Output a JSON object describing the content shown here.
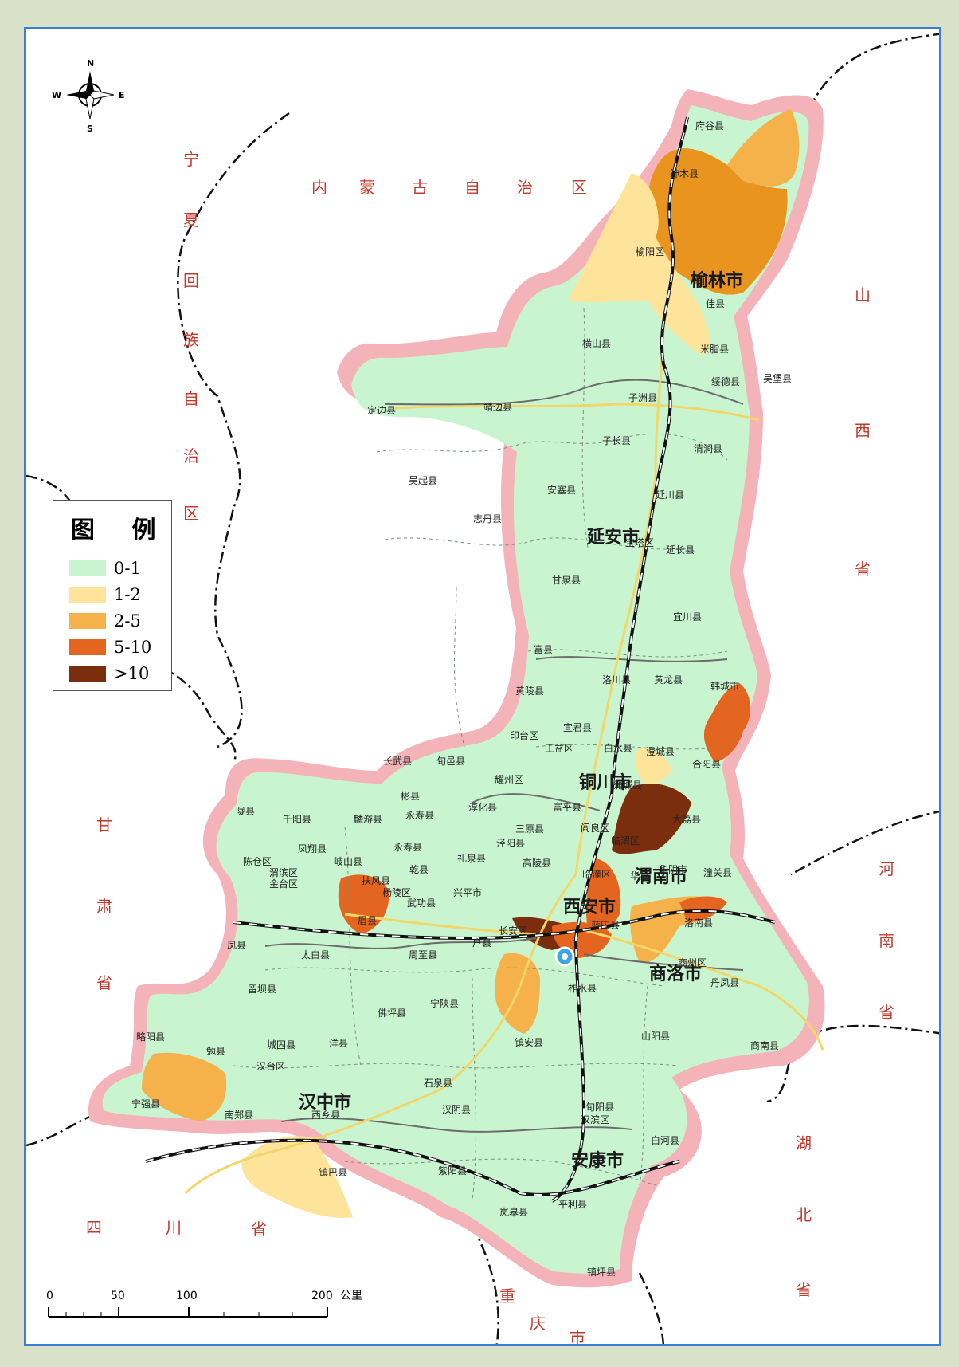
{
  "legend": {
    "title": "图 例",
    "items": [
      {
        "label": "0-1",
        "color": "#c8f5d0"
      },
      {
        "label": "1-2",
        "color": "#fde49a"
      },
      {
        "label": "2-5",
        "color": "#f5b24a"
      },
      {
        "label": "5-10",
        "color": "#e3651f"
      },
      {
        "label": ">10",
        "color": "#7a2e0e"
      }
    ]
  },
  "compass": {
    "n": "N",
    "s": "S",
    "e": "E",
    "w": "W"
  },
  "scale": {
    "ticks": [
      "0",
      "50",
      "100",
      "200"
    ],
    "unit": "公里"
  },
  "colors": {
    "frame": "#3b7ed6",
    "province_halo": "#f4b3b8",
    "base": "#c8f5d0",
    "neighbor_text": "#c0392b"
  },
  "neighbors": {
    "inner_mongolia": [
      "内",
      "蒙",
      "古",
      "自",
      "治",
      "区"
    ],
    "ningxia": [
      "宁",
      "夏",
      "回",
      "族",
      "自",
      "治",
      "区"
    ],
    "shanxi": [
      "山",
      "西",
      "省"
    ],
    "henan": [
      "河",
      "南",
      "省"
    ],
    "hubei": [
      "湖",
      "北",
      "省"
    ],
    "gansu": [
      "甘",
      "肃",
      "省"
    ],
    "sichuan": [
      "四",
      "川",
      "省"
    ],
    "chongqing": [
      "重",
      "庆",
      "市"
    ]
  },
  "cities": [
    "榆林市",
    "延安市",
    "铜川市",
    "渭南市",
    "西安市",
    "商洛市",
    "汉中市",
    "安康市"
  ],
  "counties": [
    "府谷县",
    "神木县",
    "榆阳区",
    "佳县",
    "横山县",
    "米脂县",
    "绥德县",
    "吴堡县",
    "子洲县",
    "定边县",
    "靖边县",
    "子长县",
    "清涧县",
    "吴起县",
    "安塞县",
    "延川县",
    "志丹县",
    "宝塔区",
    "延长县",
    "甘泉县",
    "宜川县",
    "富县",
    "洛川县",
    "黄龙县",
    "黄陵县",
    "韩城市",
    "宜君县",
    "印台区",
    "王益区",
    "白水县",
    "澄城县",
    "合阳县",
    "长武县",
    "旬邑县",
    "耀州区",
    "蒲城县",
    "彬县",
    "淳化县",
    "富平县",
    "陇县",
    "千阳县",
    "麟游县",
    "永寿县",
    "三原县",
    "阎良区",
    "大荔县",
    "凤翔县",
    "永寿县",
    "泾阳县",
    "临渭区",
    "陈仓区",
    "岐山县",
    "乾县",
    "礼泉县",
    "高陵县",
    "渭滨区",
    "金台区",
    "扶风县",
    "杨陵区",
    "兴平市",
    "武功县",
    "临潼区",
    "华县",
    "华阴市",
    "潼关县",
    "眉县",
    "长安区",
    "蓝田县",
    "洛南县",
    "凤县",
    "太白县",
    "周至县",
    "户县",
    "商州区",
    "留坝县",
    "柞水县",
    "丹凤县",
    "宁陕县",
    "佛坪县",
    "略阳县",
    "勉县",
    "城固县",
    "洋县",
    "镇安县",
    "山阳县",
    "商南县",
    "汉台区",
    "石泉县",
    "宁强县",
    "南郑县",
    "西乡县",
    "汉阴县",
    "旬阳县",
    "汉滨区",
    "白河县",
    "镇巴县",
    "紫阳县",
    "平利县",
    "岚皋县",
    "镇坪县"
  ]
}
